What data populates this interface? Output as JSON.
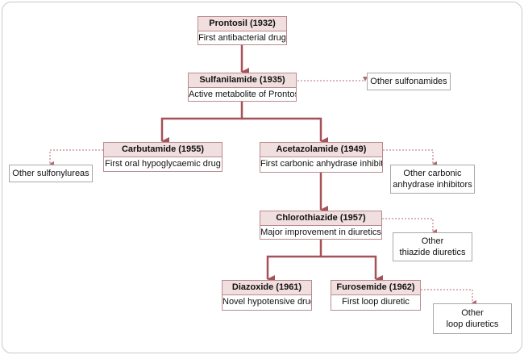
{
  "colors": {
    "main_arrow": "#a65058",
    "side_arrow": "#b56a72",
    "header_fill": "#f1dedf",
    "node_border": "#b98b8f"
  },
  "nodes": {
    "prontosil": {
      "title": "Prontosil (1932)",
      "desc": "First antibacterial drug"
    },
    "sulfanilamide": {
      "title": "Sulfanilamide (1935)",
      "desc": "Active metabolite of Prontosil"
    },
    "carbutamide": {
      "title": "Carbutamide (1955)",
      "desc": "First oral hypoglycaemic drug"
    },
    "acetazolamide": {
      "title": "Acetazolamide (1949)",
      "desc": "First carbonic anhydrase inhibitor"
    },
    "chlorothiazide": {
      "title": "Chlorothiazide (1957)",
      "desc": "Major improvement in diuretics"
    },
    "diazoxide": {
      "title": "Diazoxide (1961)",
      "desc": "Novel hypotensive drug"
    },
    "furosemide": {
      "title": "Furosemide (1962)",
      "desc": "First loop diuretic"
    }
  },
  "others": {
    "sulfonamides": "Other sulfonamides",
    "sulfonylureas": "Other sulfonylureas",
    "carbonic": "Other carbonic\nanhydrase inhibitors",
    "thiazide": "Other\nthiazide diuretics",
    "loop": "Other\nloop diuretics"
  }
}
